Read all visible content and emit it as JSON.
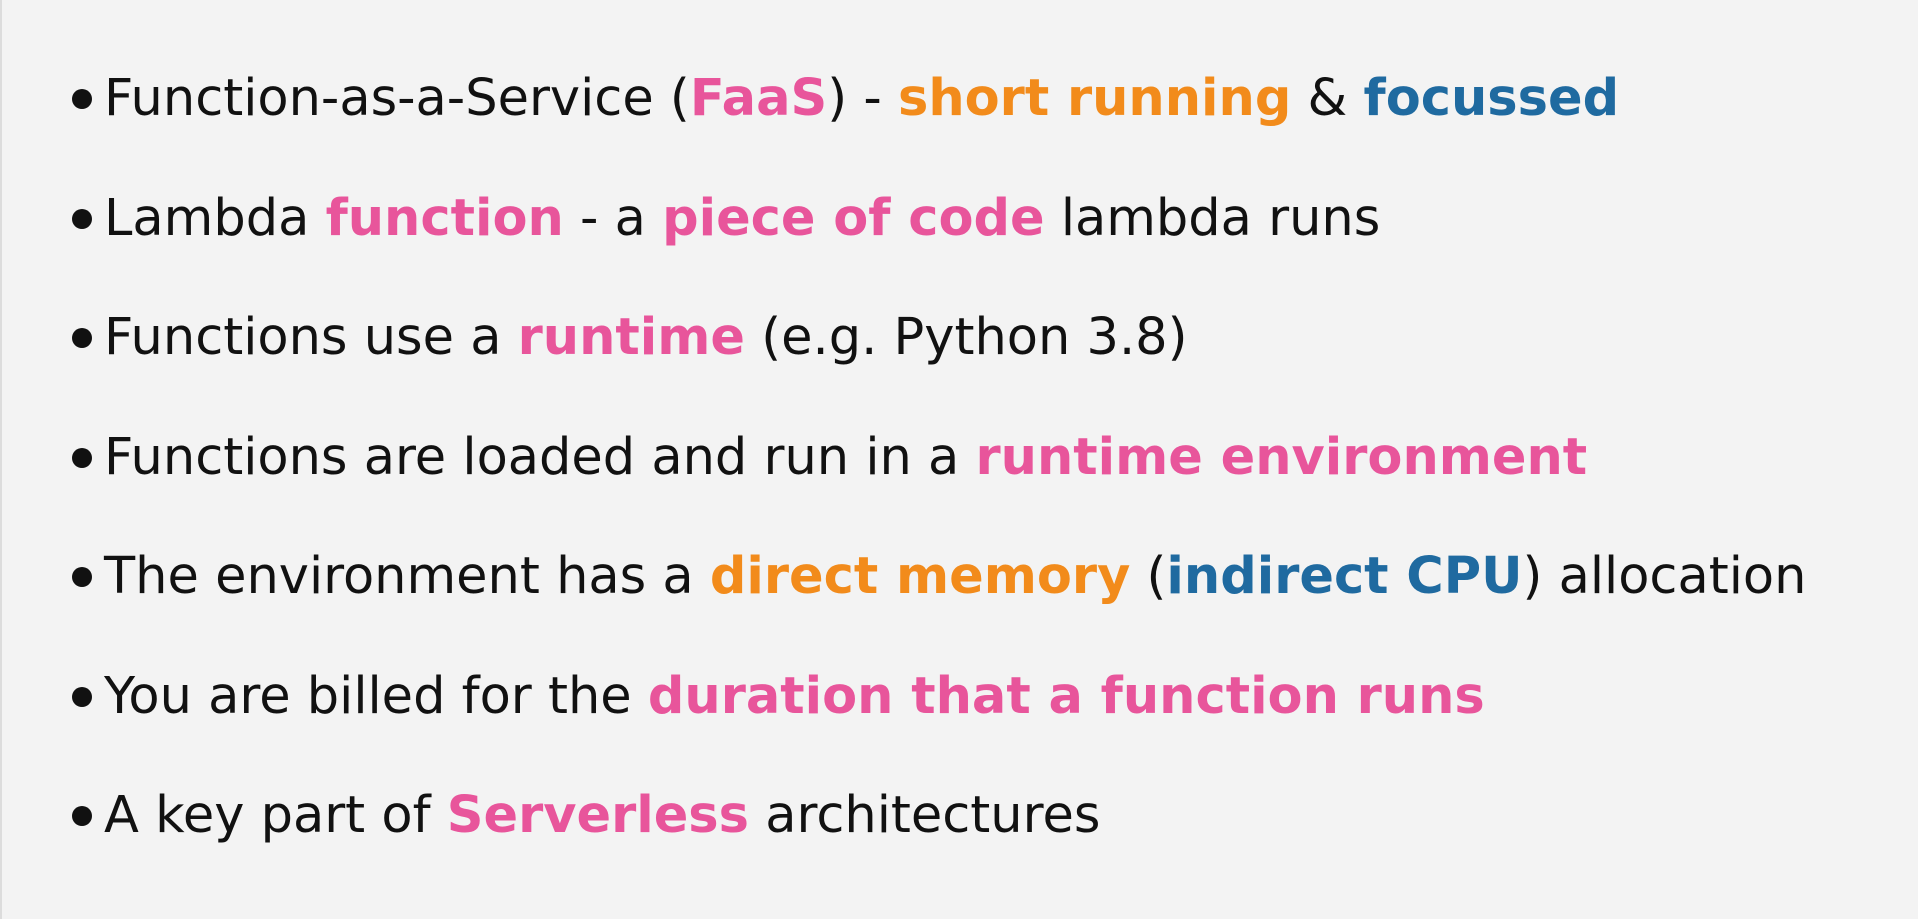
{
  "colors": {
    "background": "#f3f3f3",
    "text": "#111111",
    "pink": "#e8559b",
    "orange": "#f28b1b",
    "blue": "#1f6aa0"
  },
  "bullets": [
    {
      "segments": [
        {
          "text": "Function-as-a-Service (",
          "style": "plain"
        },
        {
          "text": "FaaS",
          "style": "pink"
        },
        {
          "text": ") - ",
          "style": "plain"
        },
        {
          "text": "short running",
          "style": "orange"
        },
        {
          "text": " & ",
          "style": "plain"
        },
        {
          "text": "focussed",
          "style": "blue"
        }
      ]
    },
    {
      "segments": [
        {
          "text": "Lambda ",
          "style": "plain"
        },
        {
          "text": "function",
          "style": "pink"
        },
        {
          "text": " - a ",
          "style": "plain"
        },
        {
          "text": "piece of code",
          "style": "pink"
        },
        {
          "text": " lambda runs",
          "style": "plain"
        }
      ]
    },
    {
      "segments": [
        {
          "text": "Functions use a ",
          "style": "plain"
        },
        {
          "text": "runtime",
          "style": "pink"
        },
        {
          "text": " (e.g. Python 3.8)",
          "style": "plain"
        }
      ]
    },
    {
      "segments": [
        {
          "text": "Functions are loaded and run in a ",
          "style": "plain"
        },
        {
          "text": "runtime environment",
          "style": "pink"
        }
      ]
    },
    {
      "segments": [
        {
          "text": "The environment has a ",
          "style": "plain"
        },
        {
          "text": "direct memory",
          "style": "orange"
        },
        {
          "text": " (",
          "style": "plain"
        },
        {
          "text": "indirect CPU",
          "style": "blue"
        },
        {
          "text": ") allocation",
          "style": "plain"
        }
      ]
    },
    {
      "segments": [
        {
          "text": "You are billed for the ",
          "style": "plain"
        },
        {
          "text": "duration that a function runs",
          "style": "pink"
        }
      ]
    },
    {
      "segments": [
        {
          "text": "A key part of ",
          "style": "plain"
        },
        {
          "text": "Serverless",
          "style": "pink"
        },
        {
          "text": " architectures",
          "style": "plain"
        }
      ]
    }
  ]
}
